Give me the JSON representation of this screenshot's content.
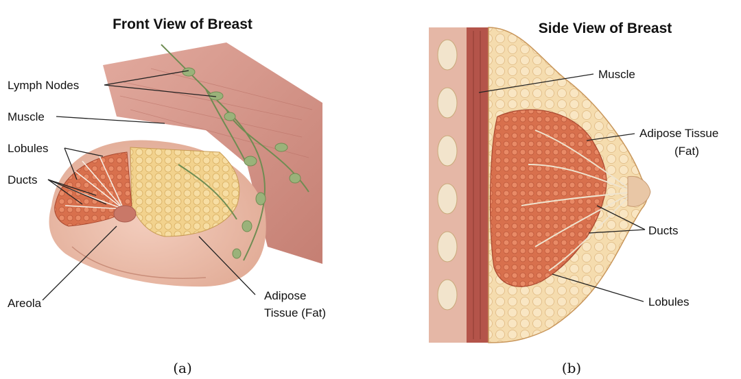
{
  "panels": [
    {
      "title": "Front View of Breast",
      "caption": "(a)",
      "labels": {
        "lymph_nodes": "Lymph Nodes",
        "muscle": "Muscle",
        "lobules": "Lobules",
        "ducts": "Ducts",
        "areola": "Areola",
        "adipose_line1": "Adipose",
        "adipose_line2": "Tissue (Fat)"
      }
    },
    {
      "title": "Side View of Breast",
      "caption": "(b)",
      "labels": {
        "muscle": "Muscle",
        "adipose_line1": "Adipose Tissue",
        "adipose_line2": "(Fat)",
        "ducts": "Ducts",
        "lobules": "Lobules"
      }
    }
  ],
  "colors": {
    "skin": "#e9b9a6",
    "muscle": "#c98378",
    "fat": "#f3d38f",
    "lobule": "#d9734f",
    "lymph": "#8aa268",
    "rib": "#f2e4cc"
  }
}
